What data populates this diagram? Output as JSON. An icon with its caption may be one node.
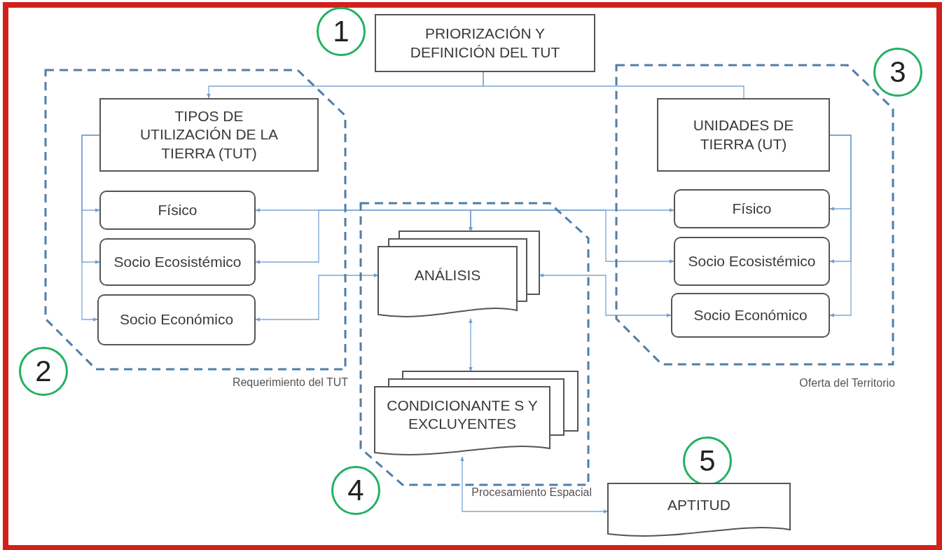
{
  "diagram": {
    "nodes": [
      {
        "text": [
          "1"
        ]
      },
      {
        "text": [
          "PRIORIZACIÓN Y DEFINICIÓN DEL TUT"
        ]
      },
      {
        "text": [
          "Requerimiento del TUT"
        ]
      },
      {
        "text": [
          "TIPOS DE UTILIZACIÓN DE LA TIERRA (TUT)"
        ],
        "in": 2
      },
      {
        "text": [
          "Físico"
        ],
        "in": 2
      },
      {
        "text": [
          "Socio Ecosistémico"
        ],
        "in": 2
      },
      {
        "text": [
          "Socio Económico"
        ],
        "in": 2
      },
      {
        "text": [
          "Oferta del Territorio"
        ]
      },
      {
        "text": [
          "UNIDADES DE TIERRA (UT)"
        ],
        "in": 7
      },
      {
        "text": [
          "Físico"
        ],
        "in": 7
      },
      {
        "text": [
          "Socio Ecosistémico"
        ],
        "in": 7
      },
      {
        "text": [
          "Socio Económico"
        ],
        "in": 7
      },
      {
        "text": [
          "3"
        ]
      },
      {
        "text": [
          "Procesamiento Espacial"
        ]
      },
      {
        "text": [
          "ANÁLISIS"
        ],
        "in": 13
      },
      {
        "text": [
          "CONDICIONANTE S Y EXCLUYENTES"
        ],
        "in": 13
      },
      {
        "text": [
          "2"
        ]
      },
      {
        "text": [
          "4"
        ]
      },
      {
        "text": [
          "5"
        ]
      },
      {
        "text": [
          "APTITUD"
        ]
      }
    ],
    "edges": [
      {
        "from": 1,
        "to": 3,
        "arrow": "to"
      },
      {
        "from": 1,
        "to": 8,
        "arrow": "none"
      },
      {
        "from": 3,
        "to": 4,
        "arrow": "to"
      },
      {
        "from": 3,
        "to": 5,
        "arrow": "to"
      },
      {
        "from": 3,
        "to": 6,
        "arrow": "to"
      },
      {
        "from": 8,
        "to": 9,
        "arrow": "to"
      },
      {
        "from": 8,
        "to": 10,
        "arrow": "to"
      },
      {
        "from": 8,
        "to": 11,
        "arrow": "to"
      },
      {
        "from": 14,
        "to": 4,
        "arrow": "both"
      },
      {
        "from": 14,
        "to": 9,
        "arrow": "both"
      },
      {
        "from": 14,
        "to": 5,
        "arrow": "both"
      },
      {
        "from": 14,
        "to": 10,
        "arrow": "both"
      },
      {
        "from": 6,
        "to": 14,
        "arrow": "both"
      },
      {
        "from": 11,
        "to": 14,
        "arrow": "both"
      },
      {
        "from": 14,
        "to": 15,
        "arrow": "both"
      },
      {
        "from": 15,
        "to": 19,
        "arrow": "both"
      }
    ]
  }
}
